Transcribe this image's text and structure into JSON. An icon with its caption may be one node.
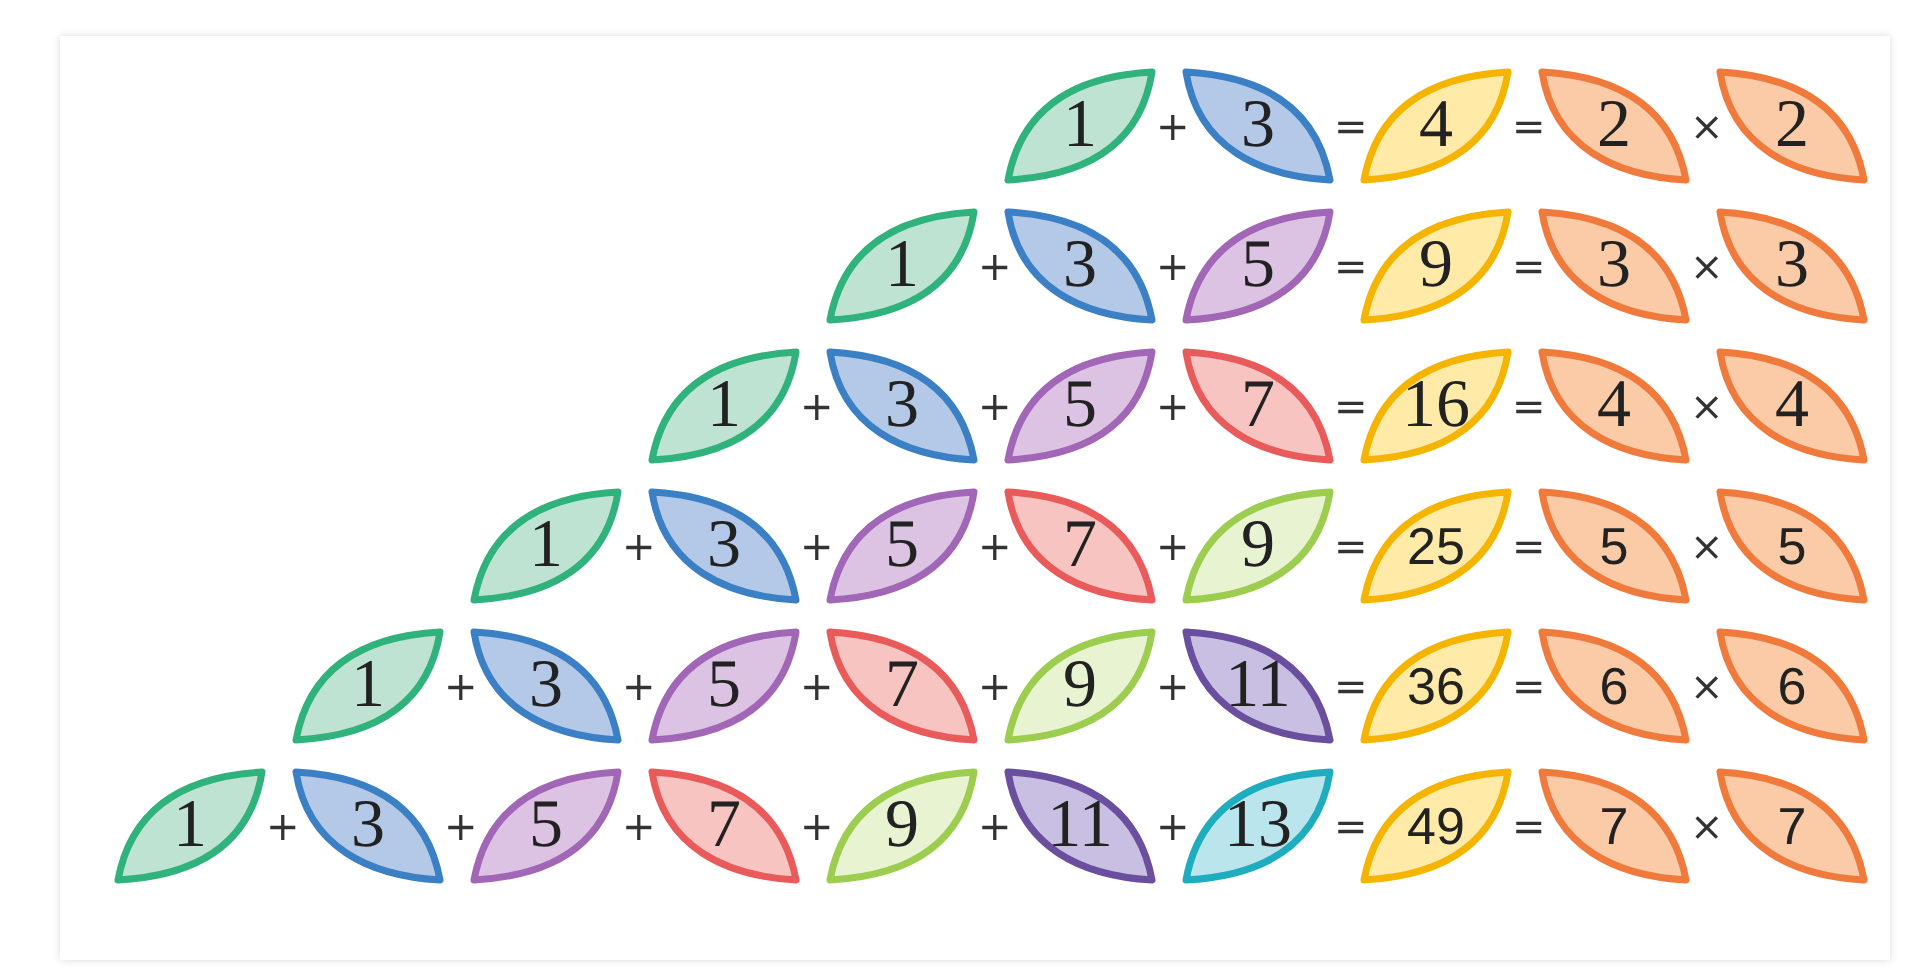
{
  "diagram": {
    "nodes": [
      {
        "text": [
          "1"
        ]
      },
      {
        "text": [
          "3"
        ]
      },
      {
        "text": [
          "4"
        ]
      },
      {
        "text": [
          "2"
        ]
      },
      {
        "text": [
          "2"
        ]
      },
      {
        "text": [
          "1"
        ]
      },
      {
        "text": [
          "3"
        ]
      },
      {
        "text": [
          "5"
        ]
      },
      {
        "text": [
          "9"
        ]
      },
      {
        "text": [
          "3"
        ]
      },
      {
        "text": [
          "3"
        ]
      },
      {
        "text": [
          "1"
        ]
      },
      {
        "text": [
          "3"
        ]
      },
      {
        "text": [
          "5"
        ]
      },
      {
        "text": [
          "7"
        ]
      },
      {
        "text": [
          "16"
        ]
      },
      {
        "text": [
          "4"
        ]
      },
      {
        "text": [
          "4"
        ]
      },
      {
        "text": [
          "1"
        ]
      },
      {
        "text": [
          "3"
        ]
      },
      {
        "text": [
          "5"
        ]
      },
      {
        "text": [
          "7"
        ]
      },
      {
        "text": [
          "9"
        ]
      },
      {
        "text": [
          "25"
        ]
      },
      {
        "text": [
          "5"
        ]
      },
      {
        "text": [
          "5"
        ]
      },
      {
        "text": [
          "1"
        ]
      },
      {
        "text": [
          "3"
        ]
      },
      {
        "text": [
          "5"
        ]
      },
      {
        "text": [
          "7"
        ]
      },
      {
        "text": [
          "9"
        ]
      },
      {
        "text": [
          "11"
        ]
      },
      {
        "text": [
          "36"
        ]
      },
      {
        "text": [
          "6"
        ]
      },
      {
        "text": [
          "6"
        ]
      },
      {
        "text": [
          "1"
        ]
      },
      {
        "text": [
          "3"
        ]
      },
      {
        "text": [
          "5"
        ]
      },
      {
        "text": [
          "7"
        ]
      },
      {
        "text": [
          "9"
        ]
      },
      {
        "text": [
          "11"
        ]
      },
      {
        "text": [
          "13"
        ]
      },
      {
        "text": [
          "49"
        ]
      },
      {
        "text": [
          "7"
        ]
      },
      {
        "text": [
          "7"
        ]
      }
    ],
    "labels": [
      "+",
      "=",
      "=",
      "×",
      "+",
      "+",
      "=",
      "=",
      "×",
      "+",
      "+",
      "+",
      "=",
      "=",
      "×",
      "+",
      "+",
      "+",
      "+",
      "=",
      "=",
      "×",
      "+",
      "+",
      "+",
      "+",
      "+",
      "=",
      "=",
      "×",
      "+",
      "+",
      "+",
      "+",
      "+",
      "+",
      "=",
      "=",
      "×"
    ]
  }
}
